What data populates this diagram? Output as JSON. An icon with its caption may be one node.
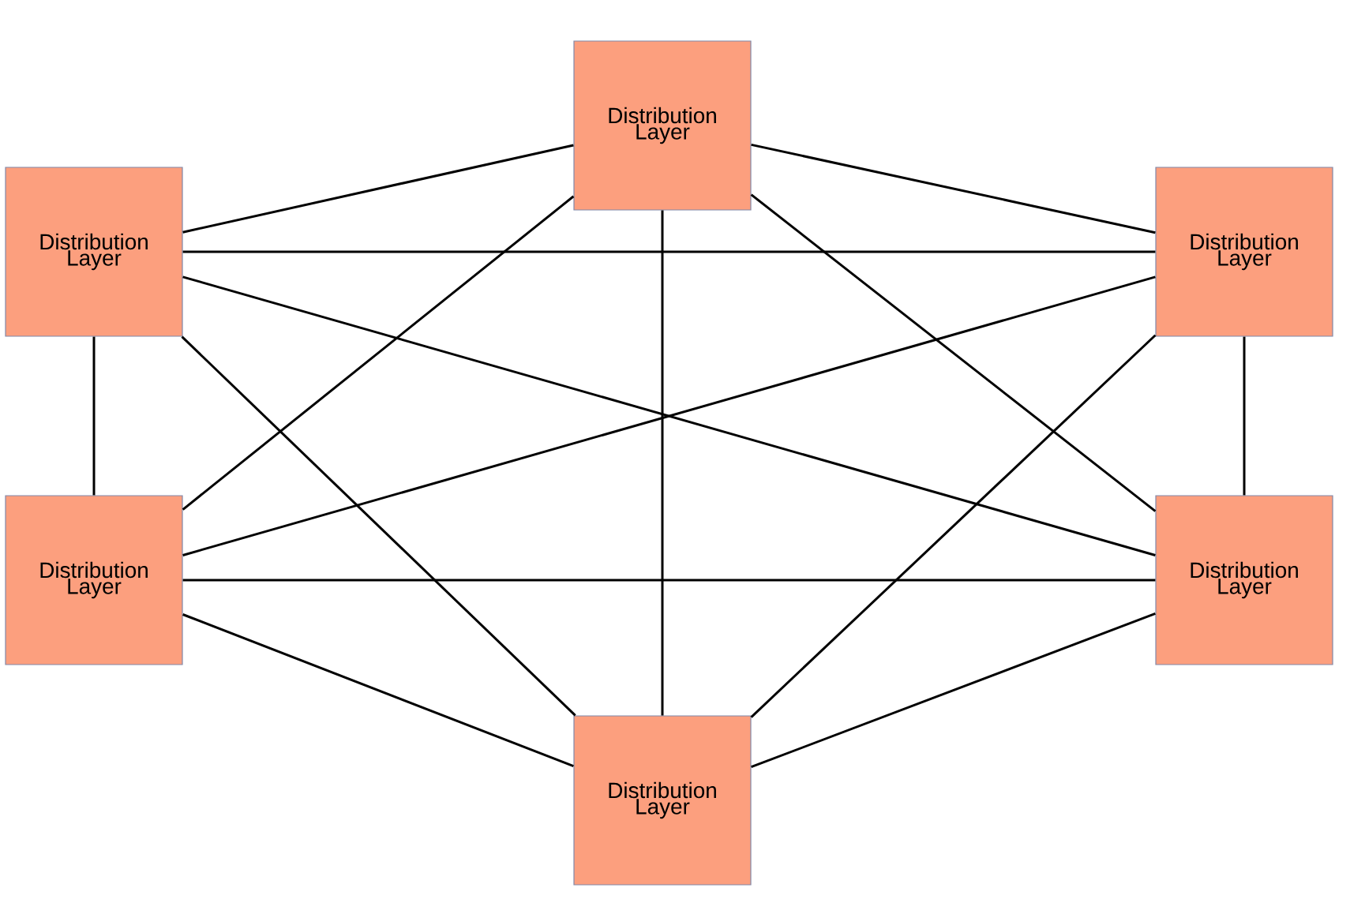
{
  "diagram": {
    "nodes": [
      {
        "text": [
          "Distribution Layer"
        ]
      },
      {
        "text": [
          "Distribution Layer"
        ]
      },
      {
        "text": [
          "Distribution Layer"
        ]
      },
      {
        "text": [
          "Distribution Layer"
        ]
      },
      {
        "text": [
          "Distribution Layer"
        ]
      },
      {
        "text": [
          "Distribution Layer"
        ]
      }
    ],
    "edges": [
      {
        "from": 0,
        "to": 1,
        "arrow": "none"
      },
      {
        "from": 0,
        "to": 2,
        "arrow": "none"
      },
      {
        "from": 0,
        "to": 3,
        "arrow": "none"
      },
      {
        "from": 0,
        "to": 4,
        "arrow": "none"
      },
      {
        "from": 0,
        "to": 5,
        "arrow": "none"
      },
      {
        "from": 1,
        "to": 2,
        "arrow": "none"
      },
      {
        "from": 1,
        "to": 3,
        "arrow": "none"
      },
      {
        "from": 1,
        "to": 4,
        "arrow": "none"
      },
      {
        "from": 1,
        "to": 5,
        "arrow": "none"
      },
      {
        "from": 2,
        "to": 3,
        "arrow": "none"
      },
      {
        "from": 2,
        "to": 4,
        "arrow": "none"
      },
      {
        "from": 2,
        "to": 5,
        "arrow": "none"
      },
      {
        "from": 3,
        "to": 4,
        "arrow": "none"
      },
      {
        "from": 3,
        "to": 5,
        "arrow": "none"
      },
      {
        "from": 4,
        "to": 5,
        "arrow": "none"
      }
    ]
  }
}
